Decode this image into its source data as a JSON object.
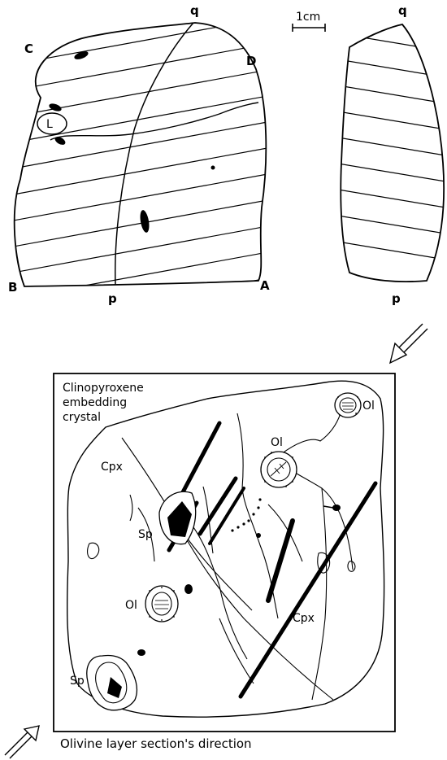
{
  "figure": {
    "top": {
      "scale_bar": "1cm",
      "corners": {
        "a": "A",
        "b": "B",
        "c": "C",
        "d": "D"
      },
      "trace_top": "q",
      "trace_bottom": "p",
      "inclusion": "L",
      "section_top": "q",
      "section_bottom": "p"
    },
    "bottom": {
      "title_line1": "Clinopyroxene",
      "title_line2": "embedding",
      "title_line3": "crystal",
      "cpx_left": "Cpx",
      "cpx_right": "Cpx",
      "sp_upper": "Sp",
      "sp_lower": "Sp",
      "ol_top": "Ol",
      "ol_mid": "Ol",
      "ol_low": "Ol",
      "caption": "Olivine layer section's direction"
    }
  }
}
